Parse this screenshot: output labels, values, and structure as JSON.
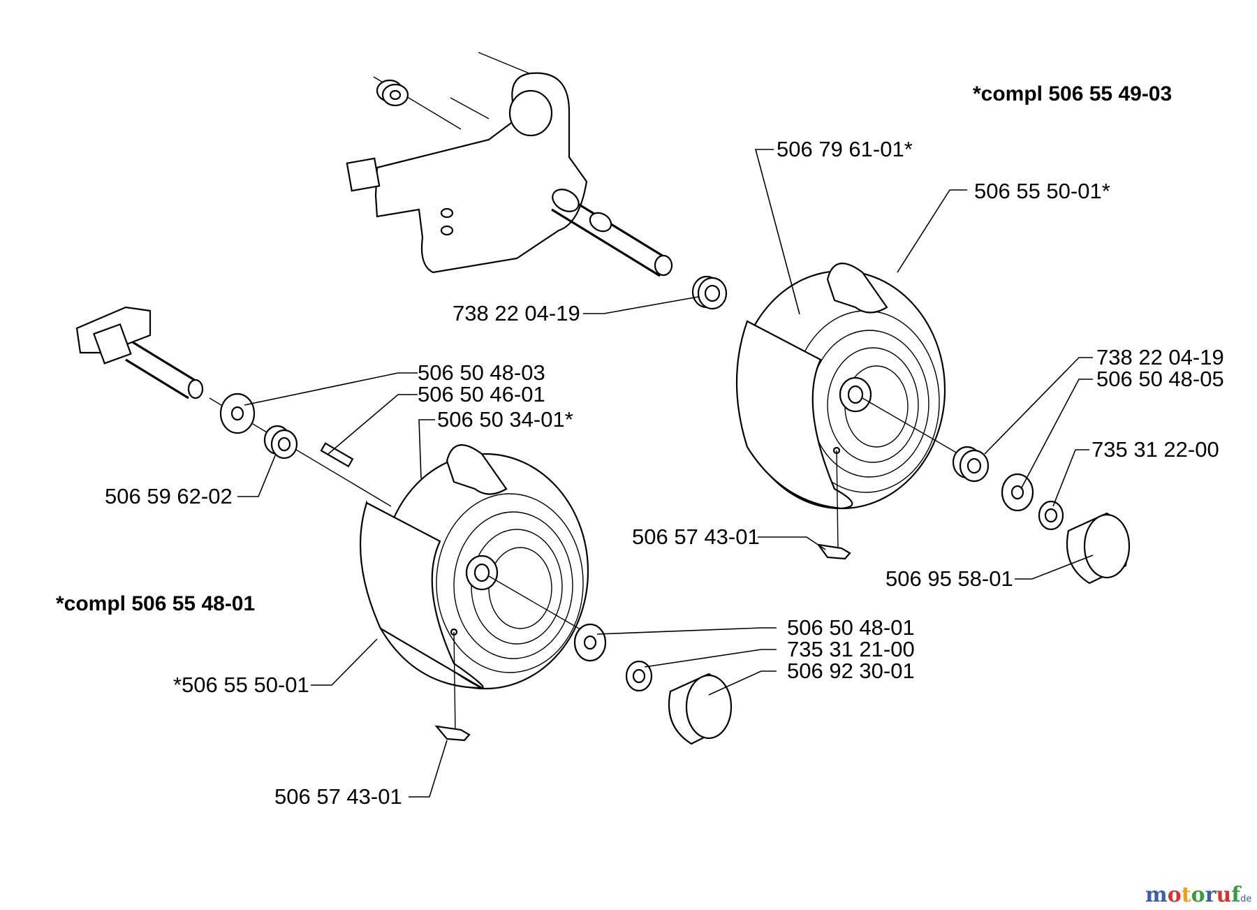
{
  "diagram": {
    "assemblies": {
      "right_wheel": "*compl 506 55 49-03",
      "left_wheel": "*compl 506 55 48-01"
    },
    "parts": {
      "p_bearing_top": "738 22 04-19",
      "p_rim_right": "506 79 61-01*",
      "p_tyre_right": "506 55 50-01*",
      "p_bearing_right": "738 22 04-19",
      "p_washer_right": "506 50 48-05",
      "p_clip_right": "735 31 22-00",
      "p_valve_right": "506 57 43-01",
      "p_cap_right": "506 95 58-01",
      "p_washer_axle": "506 50 48-03",
      "p_key": "506 50 46-01",
      "p_rim_left": "506 50 34-01*",
      "p_spacer": "506 59 62-02",
      "p_washer_left": "506 50 48-01",
      "p_clip_left": "735 31 21-00",
      "p_cap_left": "506 92 30-01",
      "p_tyre_left": "*506 55 50-01",
      "p_valve_left": "506 57 43-01"
    }
  },
  "watermark": {
    "brand_main": "motoruf",
    "brand_suffix": ".de",
    "colors": [
      "#3b5fa8",
      "#d9342b",
      "#e8a21a",
      "#3b9a3f",
      "#3b5fa8",
      "#d9342b",
      "#3b9a3f"
    ]
  }
}
